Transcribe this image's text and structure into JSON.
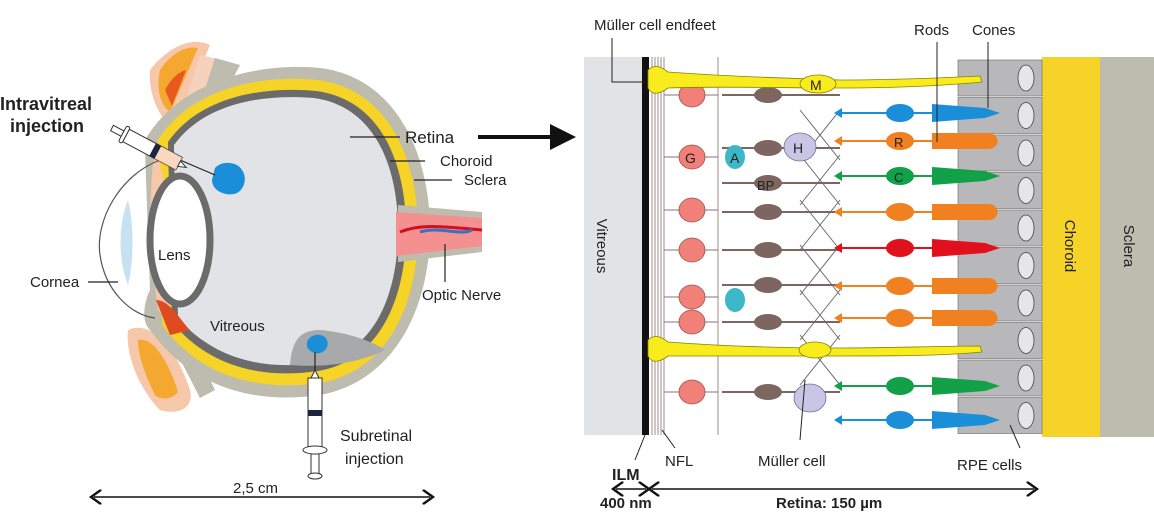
{
  "eye": {
    "labels": {
      "intravitreal_line1": "Intravitreal",
      "intravitreal_line2": "injection",
      "retina": "Retina",
      "choroid": "Choroid",
      "sclera": "Sclera",
      "lens": "Lens",
      "cornea": "Cornea",
      "optic_nerve": "Optic Nerve",
      "vitreous": "Vitreous",
      "subretinal_line1": "Subretinal",
      "subretinal_line2": "injection",
      "scale": "2,5 cm"
    }
  },
  "retina_detail": {
    "labels": {
      "muller_endfeet": "Müller cell endfeet",
      "rods": "Rods",
      "cones": "Cones",
      "vitreous": "Vitreous",
      "choroid": "Choroid",
      "sclera": "Sclera",
      "ilm": "ILM",
      "nfl": "NFL",
      "muller_cell": "Müller cell",
      "rpe_cells": "RPE cells",
      "ilm_thickness": "400 nm",
      "retina_thickness": "Retina: 150 µm"
    },
    "cell_letters": {
      "muller": "M",
      "ganglion": "G",
      "amacrine": "A",
      "horizontal": "H",
      "bipolar": "BP",
      "rod": "R",
      "cone": "C"
    }
  },
  "colors": {
    "choroid": "#f5d327",
    "sclera": "#bdbcae",
    "vitreous": "#e1e3e7",
    "muller": "#f8ec1c",
    "ganglion": "#f08078",
    "bipolar": "#7d6660",
    "amacrine": "#3cb7c8",
    "horizontal": "#c8c6e4",
    "rod": "#f08020",
    "cone_blue": "#1a8ed8",
    "cone_green": "#12a048",
    "cone_red": "#e0101c",
    "rpe": "#b8b8ba",
    "optic_nerve": "#f49090"
  }
}
